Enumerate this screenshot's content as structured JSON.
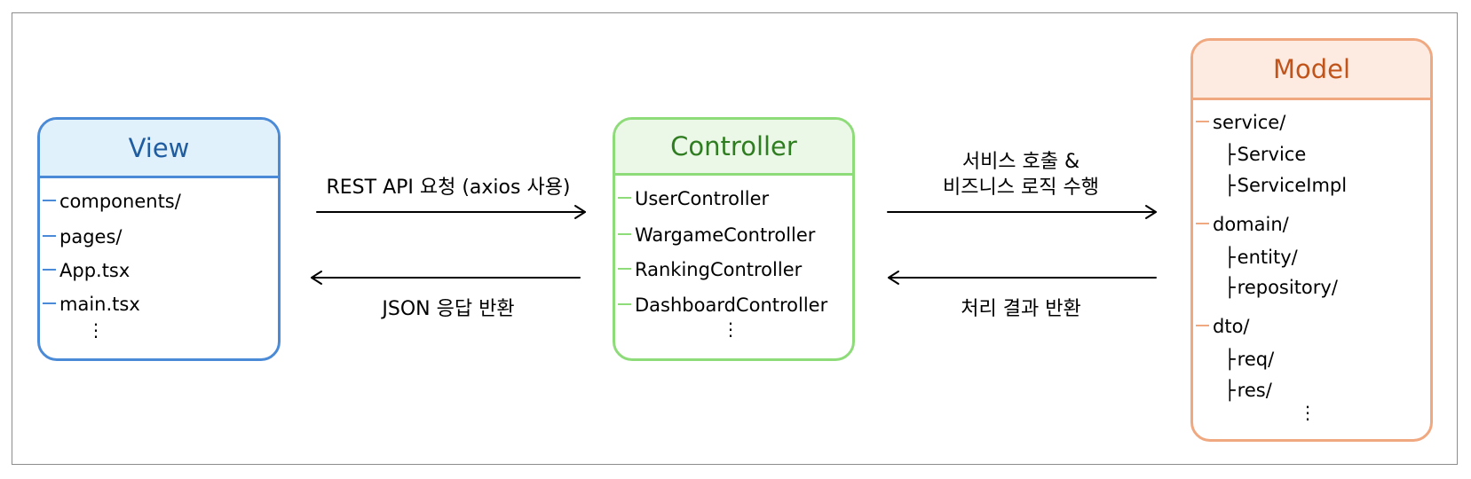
{
  "view": {
    "title": "View",
    "items": [
      "components/",
      "pages/",
      "App.tsx",
      "main.tsx"
    ],
    "more": "⋮"
  },
  "controller": {
    "title": "Controller",
    "items": [
      "UserController",
      "WargameController",
      "RankingController",
      "DashboardController"
    ],
    "more": "⋮"
  },
  "model": {
    "title": "Model",
    "groups": [
      {
        "name": "service/",
        "children": [
          "Service",
          "ServiceImpl"
        ]
      },
      {
        "name": "domain/",
        "children": [
          "entity/",
          "repository/"
        ]
      },
      {
        "name": "dto/",
        "children": [
          "req/",
          "res/"
        ]
      }
    ],
    "more": "⋮"
  },
  "arrows": {
    "view_to_controller": "REST API 요청 (axios 사용)",
    "controller_to_view": "JSON 응답 반환",
    "controller_to_model_line1": "서비스 호출 &",
    "controller_to_model_line2": "비즈니스 로직 수행",
    "model_to_controller": "처리 결과 반환"
  },
  "colors": {
    "view": "#4a8ad6",
    "controller": "#8edc79",
    "model": "#f0a880"
  }
}
